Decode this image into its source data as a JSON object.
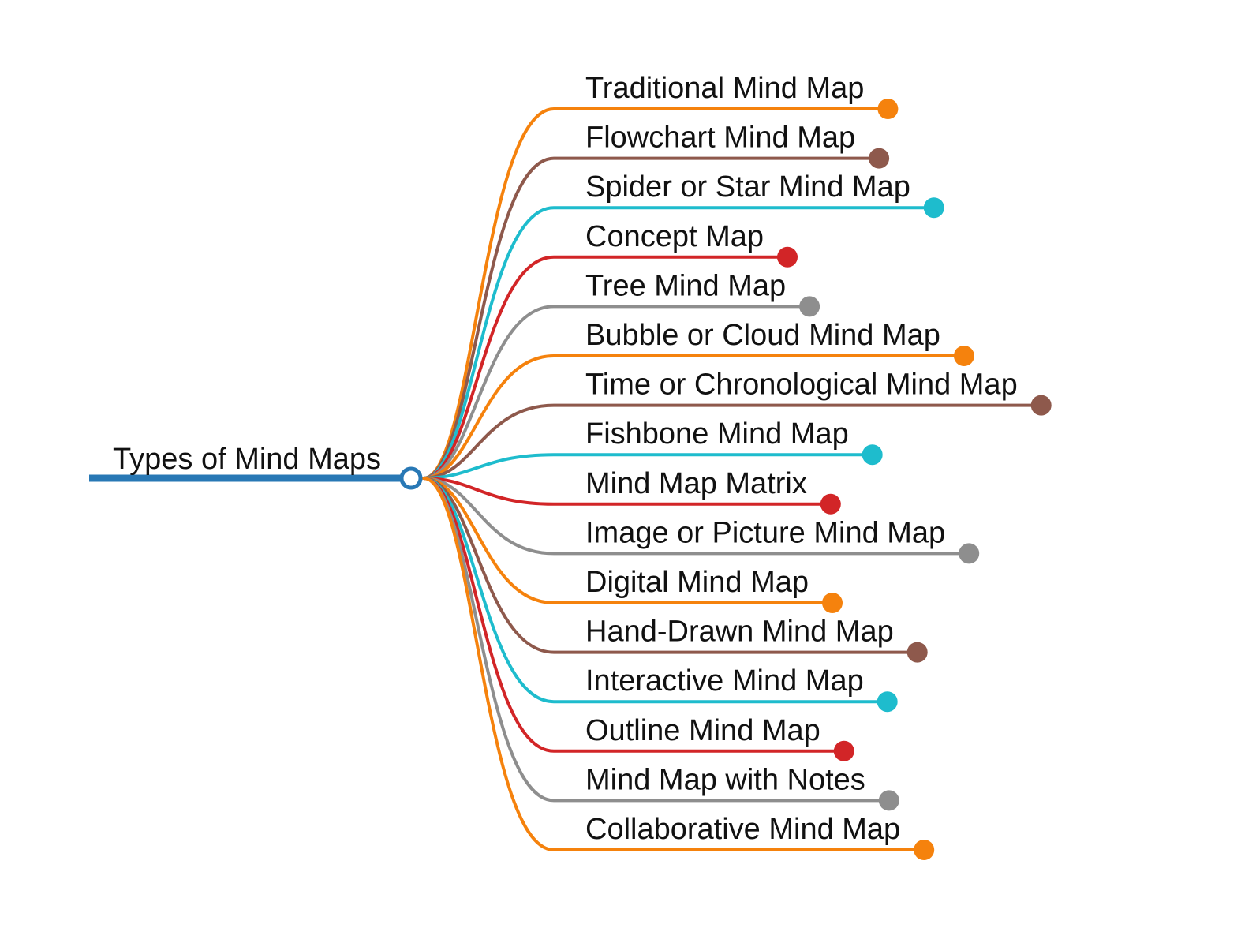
{
  "title": "Types of Mind Maps",
  "root": {
    "label": "Types of Mind Maps",
    "color": "#2878b5"
  },
  "palette": {
    "orange": "#f5820d",
    "brown": "#8e594c",
    "cyan": "#1ebccd",
    "red": "#d22527",
    "gray": "#8e8e8e"
  },
  "text_color": "#111111",
  "background_color": "#ffffff",
  "branches": [
    {
      "label": "Traditional Mind Map",
      "color": "orange"
    },
    {
      "label": "Flowchart Mind Map",
      "color": "brown"
    },
    {
      "label": "Spider or Star Mind Map",
      "color": "cyan"
    },
    {
      "label": "Concept Map",
      "color": "red"
    },
    {
      "label": "Tree Mind Map",
      "color": "gray"
    },
    {
      "label": "Bubble or Cloud Mind Map",
      "color": "orange"
    },
    {
      "label": "Time or Chronological Mind Map",
      "color": "brown"
    },
    {
      "label": "Fishbone Mind Map",
      "color": "cyan"
    },
    {
      "label": "Mind Map Matrix",
      "color": "red"
    },
    {
      "label": "Image or Picture Mind Map",
      "color": "gray"
    },
    {
      "label": "Digital Mind Map",
      "color": "orange"
    },
    {
      "label": "Hand-Drawn Mind Map",
      "color": "brown"
    },
    {
      "label": "Interactive Mind Map",
      "color": "cyan"
    },
    {
      "label": "Outline Mind Map",
      "color": "red"
    },
    {
      "label": "Mind Map with Notes",
      "color": "gray"
    },
    {
      "label": "Collaborative Mind Map",
      "color": "orange"
    }
  ]
}
